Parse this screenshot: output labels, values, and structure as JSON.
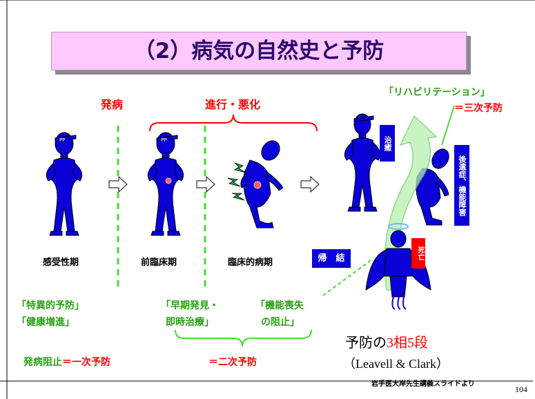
{
  "title": "（2）病気の自然史と予防",
  "labels": {
    "onset": "発病",
    "progression": "進行・悪化",
    "rehab": "「リハビリテーション」",
    "tertiary": "＝三次予防",
    "stage_susceptible": "感受性期",
    "stage_preclinical": "前臨床期",
    "stage_clinical": "臨床的病期",
    "outcome": "帰　結",
    "cure": "治癒",
    "sequelae": "後遺症、機能障害",
    "death": "死亡",
    "specific_prevention": "「特異的予防」",
    "health_promotion": "「健康増進」",
    "early_detection_1": "「早期発見・",
    "early_detection_2": "即時治療」",
    "disability_limit_1": "「機能喪失",
    "disability_limit_2": "の阻止」",
    "primary_label": "発病阻止",
    "primary_prevention": "＝一次予防",
    "secondary_prevention": "＝二次予防",
    "three_phases_prefix": "予防の",
    "three_phases_num1": "3",
    "three_phases_mid": "相",
    "three_phases_num2": "5",
    "three_phases_suffix": "段",
    "authors": "（Leavell & Clark）",
    "source": "岩手医大岸先生講義スライドより",
    "page_number": "104"
  },
  "colors": {
    "title_bg": "#ffc8ff",
    "title_text": "#2a0a6a",
    "red": "#ff0000",
    "green": "#2aa012",
    "figure_blue": "#0a00d8",
    "dashed_line": "#44dd33"
  }
}
